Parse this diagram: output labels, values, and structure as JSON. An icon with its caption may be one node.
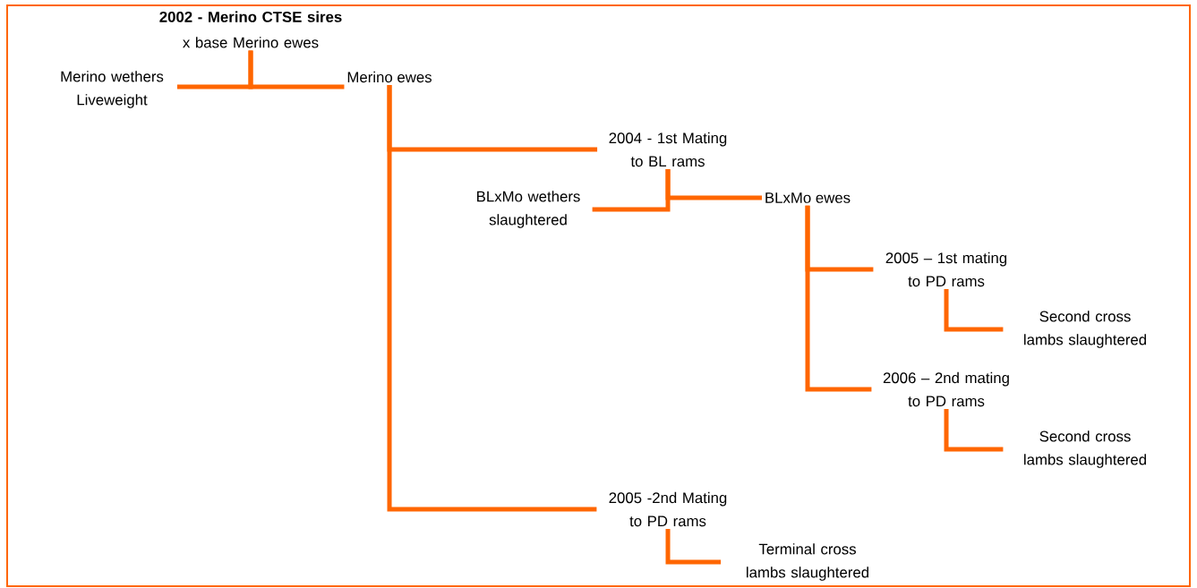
{
  "diagram": {
    "nodes": [
      {
        "text": [
          "2002 - Merino CTSE sires",
          "x base Merino ewes"
        ]
      },
      {
        "text": [
          "Merino wethers Liveweight"
        ]
      },
      {
        "text": [
          "Merino ewes"
        ]
      },
      {
        "text": [
          "2004 - 1st Mating to BL rams"
        ]
      },
      {
        "text": [
          "BLxMo wethers slaughtered"
        ]
      },
      {
        "text": [
          "BLxMo ewes"
        ]
      },
      {
        "text": [
          "2005 – 1st mating to PD rams"
        ]
      },
      {
        "text": [
          "Second cross lambs slaughtered"
        ]
      },
      {
        "text": [
          "2006 – 2nd mating to PD rams"
        ]
      },
      {
        "text": [
          "Second cross lambs slaughtered"
        ]
      },
      {
        "text": [
          "2005 -2nd Mating to PD rams"
        ]
      },
      {
        "text": [
          "Terminal cross lambs slaughtered"
        ]
      }
    ],
    "edges": [
      {
        "from": 0,
        "to": 1,
        "arrow": "none"
      },
      {
        "from": 0,
        "to": 2,
        "arrow": "none"
      },
      {
        "from": 2,
        "to": 3,
        "arrow": "none"
      },
      {
        "from": 2,
        "to": 10,
        "arrow": "none"
      },
      {
        "from": 3,
        "to": 4,
        "arrow": "none"
      },
      {
        "from": 3,
        "to": 5,
        "arrow": "none"
      },
      {
        "from": 5,
        "to": 6,
        "arrow": "none"
      },
      {
        "from": 5,
        "to": 8,
        "arrow": "none"
      },
      {
        "from": 6,
        "to": 7,
        "arrow": "none"
      },
      {
        "from": 8,
        "to": 9,
        "arrow": "none"
      },
      {
        "from": 10,
        "to": 11,
        "arrow": "none"
      }
    ]
  }
}
